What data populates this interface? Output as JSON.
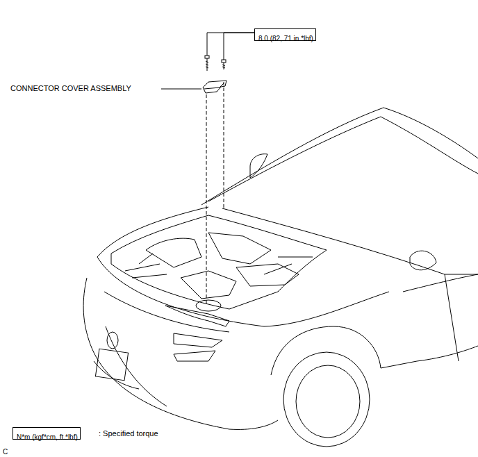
{
  "diagram": {
    "nodes": [
      {
        "text": [
          "8.0 (82, 71 in.*lbf)"
        ]
      },
      {
        "text": [
          "N*m (kgf*cm, ft.*lbf)"
        ]
      }
    ],
    "labels": [
      "CONNECTOR COVER ASSEMBLY",
      ": Specified torque",
      "C"
    ]
  }
}
